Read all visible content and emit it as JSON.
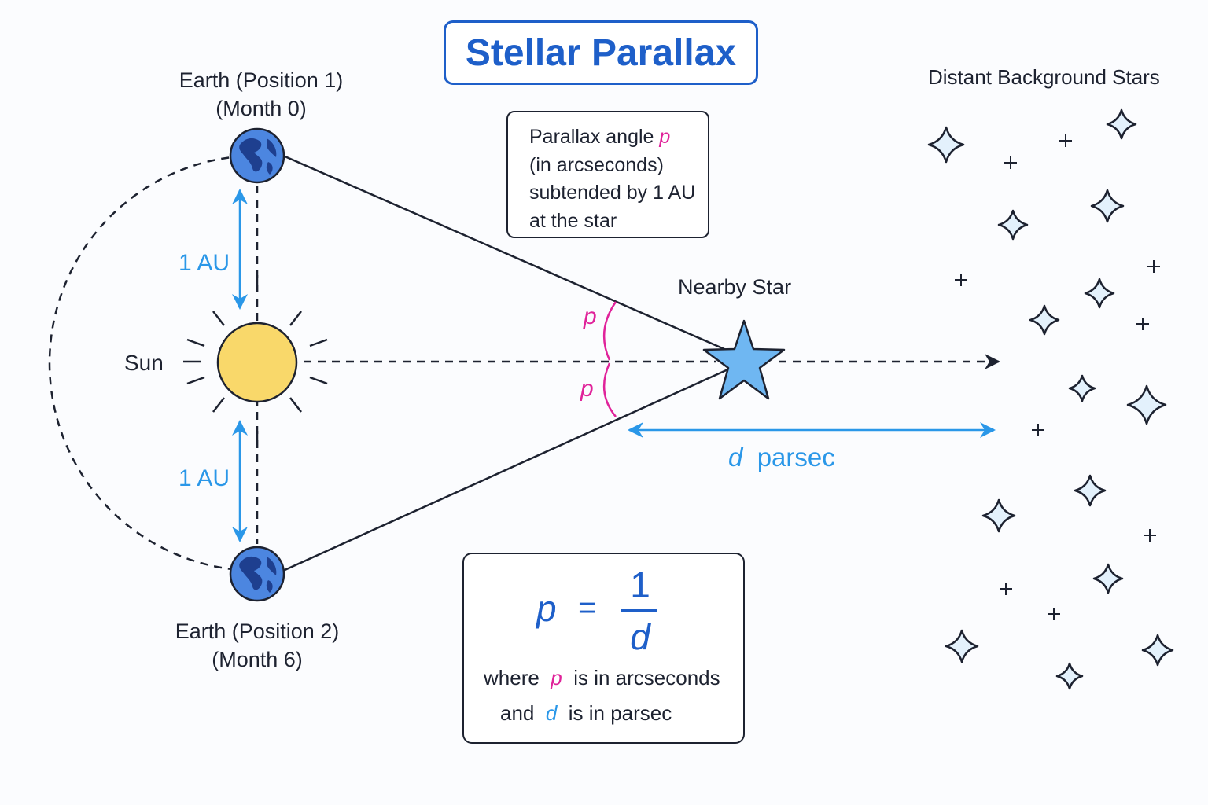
{
  "title": "Stellar Parallax",
  "earth1": {
    "name": "Earth (Position 1)",
    "month": "(Month 0)"
  },
  "earth2": {
    "name": "Earth (Position 2)",
    "month": "(Month 6)"
  },
  "sun_label": "Sun",
  "au_label_top": "1 AU",
  "au_label_bottom": "1 AU",
  "nearby_star_label": "Nearby Star",
  "background_stars_label": "Distant Background Stars",
  "angle_label_top": "p",
  "angle_label_bottom": "p",
  "distance": {
    "symbol": "d",
    "unit": "parsec"
  },
  "note": {
    "line1_prefix": "Parallax angle",
    "line1_symbol": "p",
    "line2": "(in arcseconds)",
    "line3": "subtended by 1 AU",
    "line4": "at the star"
  },
  "formula": {
    "lhs": "p",
    "equals": "=",
    "numerator": "1",
    "denominator": "d",
    "where_prefix": "where",
    "where_symbol": "p",
    "where_suffix": "is in arcseconds",
    "and_prefix": "and",
    "and_symbol": "d",
    "and_suffix": "is in parsec"
  },
  "colors": {
    "title": "#1e5fc9",
    "distance_blue": "#2a97e8",
    "angle_pink": "#e0239a",
    "sun_fill": "#f9d86a",
    "star_fill": "#6fb7f2",
    "earth_ocean": "#4c86e0",
    "earth_land": "#1e3f8f",
    "ink": "#1d2230"
  },
  "icons": [
    "earth-globe-icon",
    "sun-icon",
    "nearby-star-icon",
    "background-star-icon",
    "sparkle-plus-icon"
  ]
}
